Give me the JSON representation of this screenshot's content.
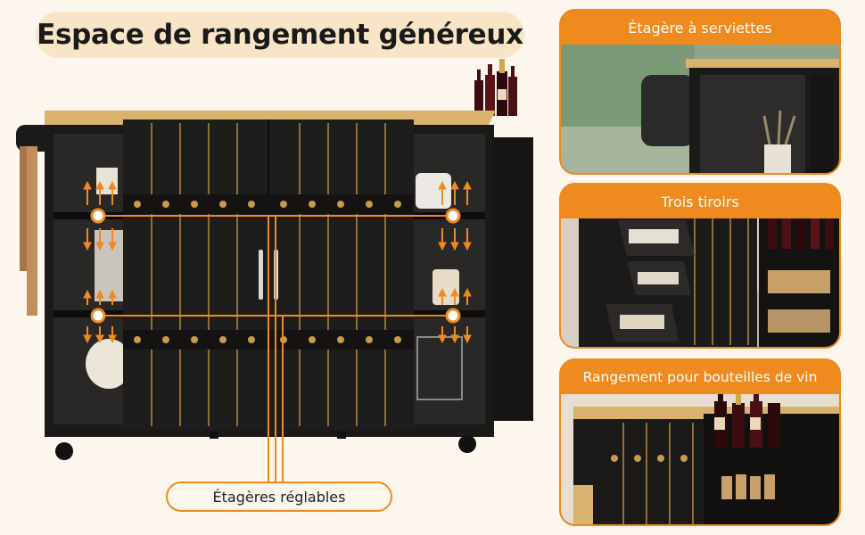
{
  "title": "Espace de rangement généreux",
  "callout": "Étagères réglables",
  "panels": [
    {
      "label": "Étagère à serviettes"
    },
    {
      "label": "Trois tiroirs"
    },
    {
      "label": "Rangement pour bouteilles de vin"
    }
  ],
  "colors": {
    "accent": "#ef8a1f",
    "cabinet": "#1b1a19",
    "wood_top": "#d9b36e",
    "background": "#fdf6ec",
    "title_pill": "#f8e4c6"
  }
}
